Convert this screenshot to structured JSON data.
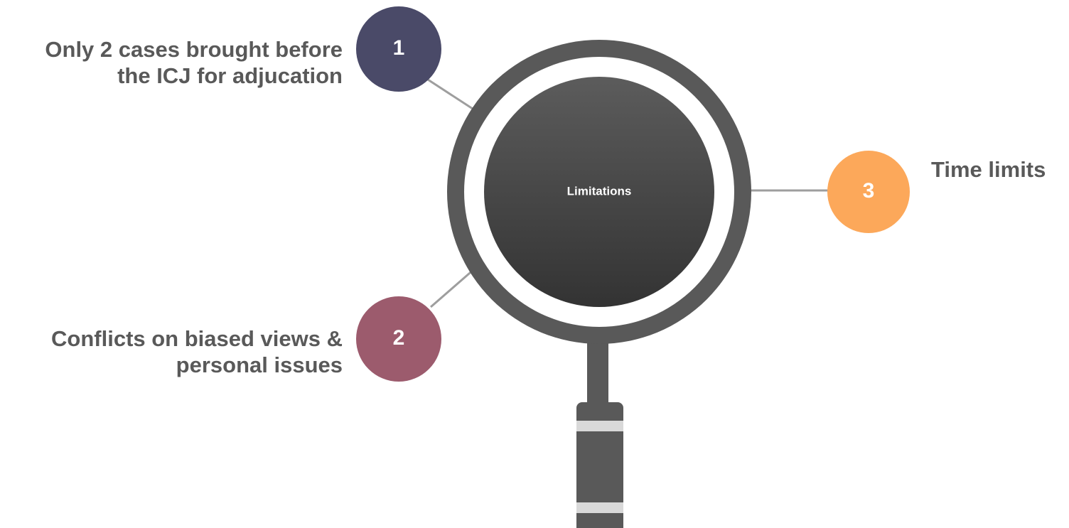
{
  "center": {
    "label": "Limitations"
  },
  "items": [
    {
      "number": "1",
      "text_line1": "Only 2 cases brought before",
      "text_line2": "the ICJ for adjucation",
      "color": "#4a4a68"
    },
    {
      "number": "2",
      "text_line1": "Conflicts on biased views &",
      "text_line2": "personal issues",
      "color": "#9c5b6d"
    },
    {
      "number": "3",
      "text_line1": "Time limits",
      "text_line2": "",
      "color": "#fca85a"
    }
  ],
  "colors": {
    "ring": "#595959",
    "lens_top": "#595959",
    "lens_bottom": "#333333",
    "handle": "#595959",
    "handle_band": "#d9d9d9",
    "connector": "#9e9e9e",
    "label_text": "#595959"
  }
}
